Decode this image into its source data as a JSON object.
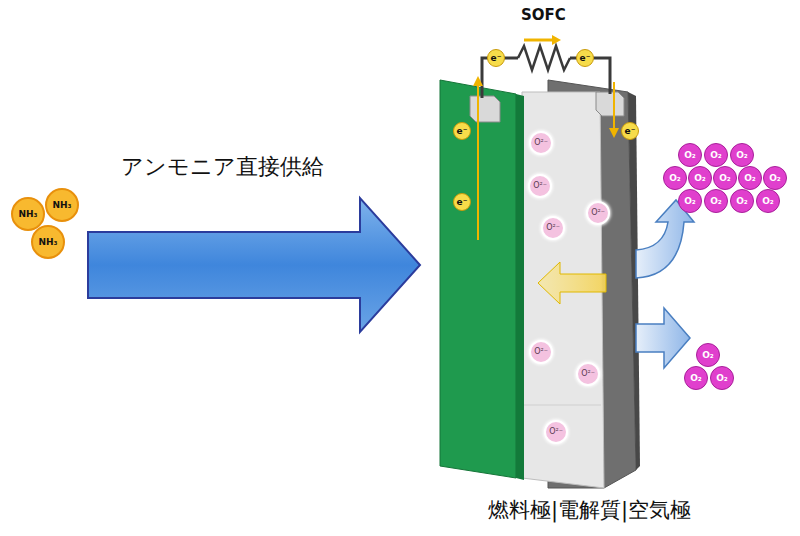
{
  "diagram": {
    "title": "SOFC",
    "nodes": [
      {
        "text": [
          "NH₃"
        ]
      },
      {
        "text": [
          "NH₃"
        ]
      },
      {
        "text": [
          "NH₃"
        ]
      },
      {
        "text": [
          "e⁻"
        ]
      },
      {
        "text": [
          "e⁻"
        ]
      },
      {
        "text": [
          "e⁻"
        ]
      },
      {
        "text": [
          "e⁻"
        ]
      },
      {
        "text": [
          "e⁻"
        ]
      },
      {
        "text": [
          "O²⁻"
        ]
      },
      {
        "text": [
          "O²⁻"
        ]
      },
      {
        "text": [
          "O²⁻"
        ]
      },
      {
        "text": [
          "O²⁻"
        ]
      },
      {
        "text": [
          "O²⁻"
        ]
      },
      {
        "text": [
          "O²⁻"
        ]
      },
      {
        "text": [
          "O²⁻"
        ]
      },
      {
        "text": [
          "O₂"
        ]
      },
      {
        "text": [
          "O₂"
        ]
      },
      {
        "text": [
          "O₂"
        ]
      },
      {
        "text": [
          "O₂"
        ]
      },
      {
        "text": [
          "O₂"
        ]
      },
      {
        "text": [
          "O₂"
        ]
      },
      {
        "text": [
          "O₂"
        ]
      },
      {
        "text": [
          "O₂"
        ]
      },
      {
        "text": [
          "O₂"
        ]
      },
      {
        "text": [
          "O₂"
        ]
      },
      {
        "text": [
          "O₂"
        ]
      },
      {
        "text": [
          "O₂"
        ]
      },
      {
        "text": [
          "O₂"
        ]
      },
      {
        "text": [
          "O₂"
        ]
      },
      {
        "text": [
          "O₂"
        ]
      }
    ],
    "labels": [
      "アンモニア直接供給",
      "燃料極|電解質|空気極"
    ]
  }
}
